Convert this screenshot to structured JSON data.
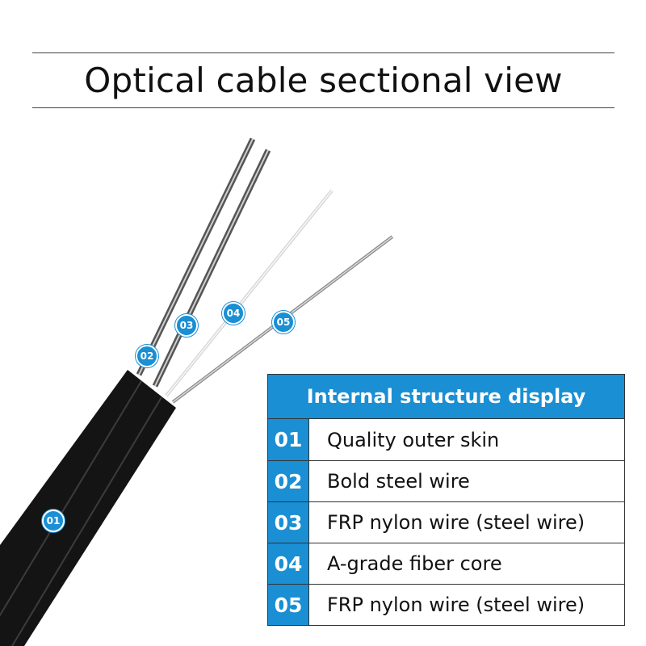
{
  "title": "Optical cable sectional view",
  "callouts": [
    "01",
    "02",
    "03",
    "04",
    "05"
  ],
  "panel": {
    "heading": "Internal structure display",
    "rows": [
      {
        "num": "01",
        "label": "Quality outer skin"
      },
      {
        "num": "02",
        "label": "Bold steel wire"
      },
      {
        "num": "03",
        "label": "FRP nylon wire (steel wire)"
      },
      {
        "num": "04",
        "label": "A-grade fiber core"
      },
      {
        "num": "05",
        "label": "FRP nylon wire (steel wire)"
      }
    ]
  },
  "colors": {
    "accent": "#1a8fd3",
    "cable_jacket": "#111111",
    "steel_wire": "#7a7a7a",
    "fiber": "#e6e6e6"
  }
}
